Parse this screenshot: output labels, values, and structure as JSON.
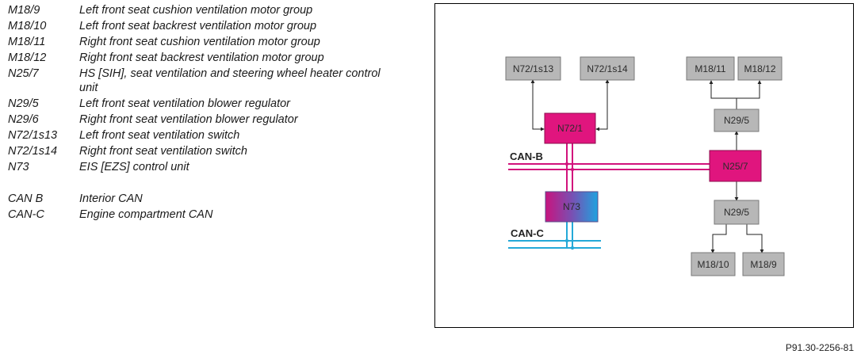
{
  "legend": {
    "items": [
      {
        "code": "M18/9",
        "desc": "Left front seat cushion ventilation motor group"
      },
      {
        "code": "M18/10",
        "desc": "Left front seat backrest ventilation motor group"
      },
      {
        "code": "M18/11",
        "desc": "Right front seat cushion ventilation motor group"
      },
      {
        "code": "M18/12",
        "desc": "Right front seat backrest ventilation motor group"
      },
      {
        "code": "N25/7",
        "desc": "HS [SIH], seat ventilation and steering wheel heater control unit"
      },
      {
        "code": "N29/5",
        "desc": "Left front seat ventilation blower regulator"
      },
      {
        "code": "N29/6",
        "desc": "Right front seat ventilation blower regulator"
      },
      {
        "code": "N72/1s13",
        "desc": "Left front seat ventilation switch"
      },
      {
        "code": "N72/1s14",
        "desc": "Right front seat ventilation switch"
      },
      {
        "code": "N73",
        "desc": "EIS [EZS] control unit"
      }
    ],
    "bus_items": [
      {
        "code": "CAN B",
        "desc": "Interior CAN"
      },
      {
        "code": "CAN-C",
        "desc": "Engine compartment CAN"
      }
    ]
  },
  "diagram": {
    "colors": {
      "gray_box": "#b7b7b7",
      "gray_border": "#7a7a7a",
      "magenta": "#e0157e",
      "can_b": "#d2127c",
      "can_c": "#24a9d8",
      "n73_gradient": [
        "#c8147e",
        "#7a4fb2",
        "#1fa2df"
      ]
    },
    "labels": {
      "n72_1s13": "N72/1s13",
      "n72_1s14": "N72/1s14",
      "n72_1": "N72/1",
      "m18_11": "M18/11",
      "m18_12": "M18/12",
      "n29_5_top": "N29/5",
      "n25_7": "N25/7",
      "n73": "N73",
      "n29_5_bottom": "N29/5",
      "m18_10": "M18/10",
      "m18_9": "M18/9",
      "can_b": "CAN-B",
      "can_c": "CAN-C"
    }
  },
  "reference": "P91.30-2256-81"
}
